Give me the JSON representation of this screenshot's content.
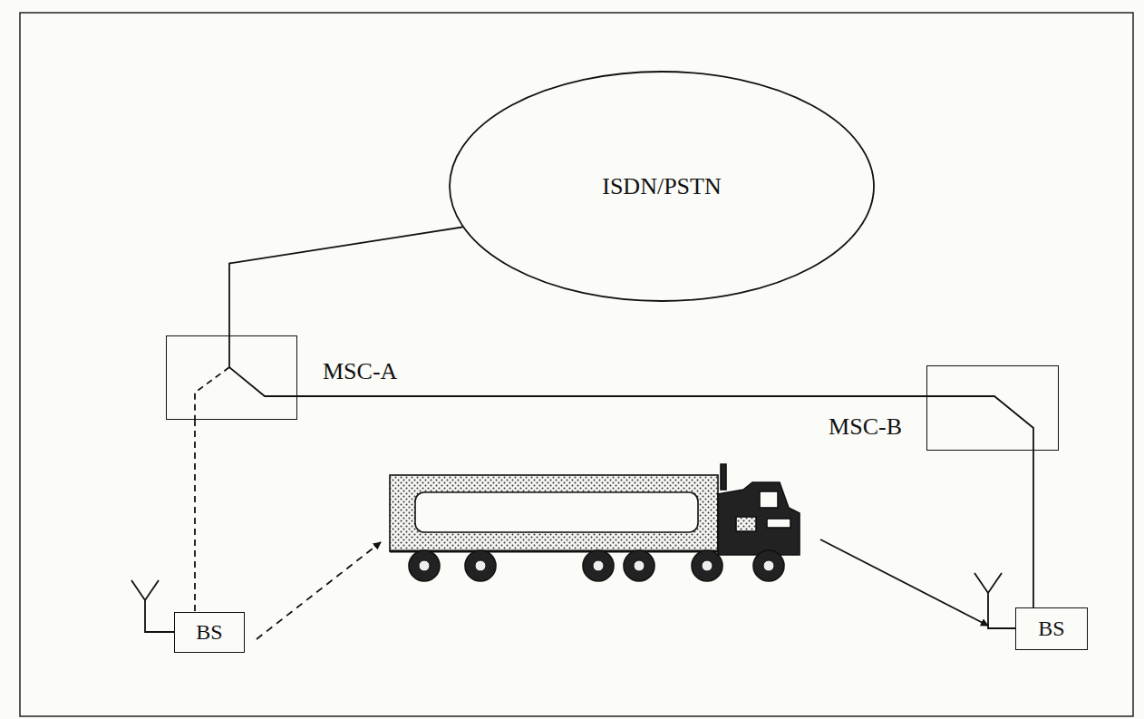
{
  "diagram": {
    "nodes": [
      {
        "text": [
          "ISDN/PSTN"
        ]
      },
      {
        "text": [
          "MSC-A"
        ]
      },
      {
        "text": [
          "MSC-B"
        ]
      },
      {
        "text": [
          "BS"
        ]
      },
      {
        "text": [
          "BS"
        ]
      }
    ],
    "edges": [
      {
        "from": 0,
        "to": 1,
        "arrow": "none"
      },
      {
        "from": 1,
        "to": 2,
        "arrow": "none"
      },
      {
        "from": 1,
        "to": 3,
        "arrow": "none"
      },
      {
        "from": 2,
        "to": 4,
        "arrow": "none"
      }
    ]
  }
}
